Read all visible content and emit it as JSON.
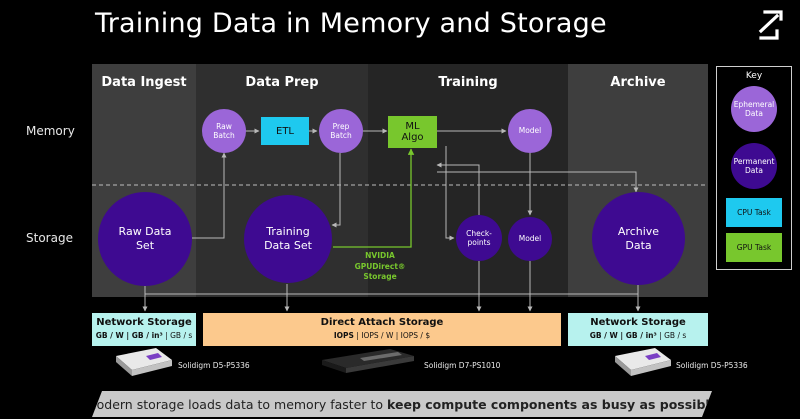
{
  "title": "Training Data in Memory and Storage",
  "stages": {
    "ingest": "Data Ingest",
    "prep": "Data Prep",
    "training": "Training",
    "archive": "Archive"
  },
  "rows": {
    "memory": "Memory",
    "storage": "Storage"
  },
  "nodes": {
    "raw_batch": "Raw\nBatch",
    "etl": "ETL",
    "prep_batch": "Prep\nBatch",
    "ml_algo": "ML\nAlgo",
    "model_mem": "Model",
    "raw_data_set": "Raw Data\nSet",
    "training_data_set": "Training\nData Set",
    "checkpoints": "Check-\npoints",
    "model_storage": "Model",
    "archive_data": "Archive\nData"
  },
  "gpudirect_label": {
    "line1": "NVIDIA",
    "line2": "GPUDirect® Storage"
  },
  "key": {
    "title": "Key",
    "ephemeral": "Ephemeral\nData",
    "permanent": "Permanent\nData",
    "cpu": "CPU Task",
    "gpu": "GPU Task"
  },
  "storage_tiers": {
    "network_left": {
      "title": "Network Storage",
      "bold": "GB / W  |  GB / in³",
      "rest": "  |  GB / s"
    },
    "direct": {
      "title": "Direct Attach Storage",
      "bold": "IOPS",
      "rest": "  |  IOPS / W  |  IOPS / $"
    },
    "network_right": {
      "title": "Network Storage",
      "bold": "GB / W  |  GB / in³",
      "rest": "  |  GB / s"
    }
  },
  "drives": {
    "left": "Solidigm D5-P5336",
    "center": "Solidigm D7-PS1010",
    "right": "Solidigm D5-P5336"
  },
  "banner": {
    "normal": "Modern storage loads data to memory faster to ",
    "bold": "keep compute components as busy as possible"
  },
  "colors": {
    "ephemeral": "#9b66d8",
    "permanent": "#3e0a91",
    "cpu_task": "#1ec9ef",
    "gpu_task": "#78c72d",
    "network_storage": "#b7f2ee",
    "direct_storage": "#fcc98d"
  }
}
